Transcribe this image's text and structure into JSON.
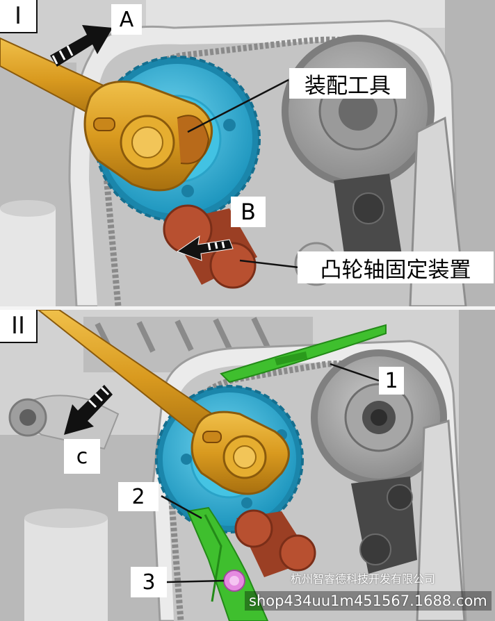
{
  "panels": [
    {
      "id": "I",
      "label": "I"
    },
    {
      "id": "II",
      "label": "II"
    }
  ],
  "callouts": {
    "arrow_a": "A",
    "arrow_b": "B",
    "arrow_c": "c",
    "assembly_tool": "装配工具",
    "camshaft_lock": "凸轮轴固定装置",
    "part_1": "1",
    "part_2": "2",
    "part_3": "3"
  },
  "watermark": {
    "company": "杭州智睿德科技开发有限公司",
    "shop": "shop434uu1m451567.1688.com"
  },
  "colors": {
    "wrench": "#d99a1f",
    "sprocket": "#33b8dc",
    "lock_device": "#a8472a",
    "guide_rail": "#3fbf2e",
    "bolt": "#e58ae0",
    "engine": "#c7c7c7"
  }
}
